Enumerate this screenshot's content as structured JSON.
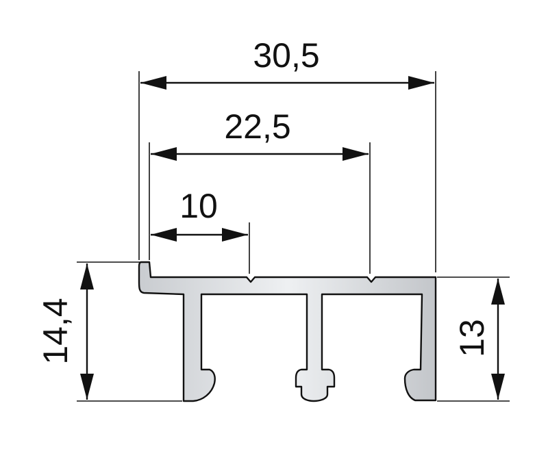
{
  "dimensions": {
    "overall_width": "30,5",
    "middle_width": "22,5",
    "first_width": "10",
    "total_height": "14,4",
    "body_height": "13"
  },
  "colors": {
    "profile_fill": "#d4d7da",
    "profile_highlight": "#eef0f2",
    "line": "#111111"
  }
}
